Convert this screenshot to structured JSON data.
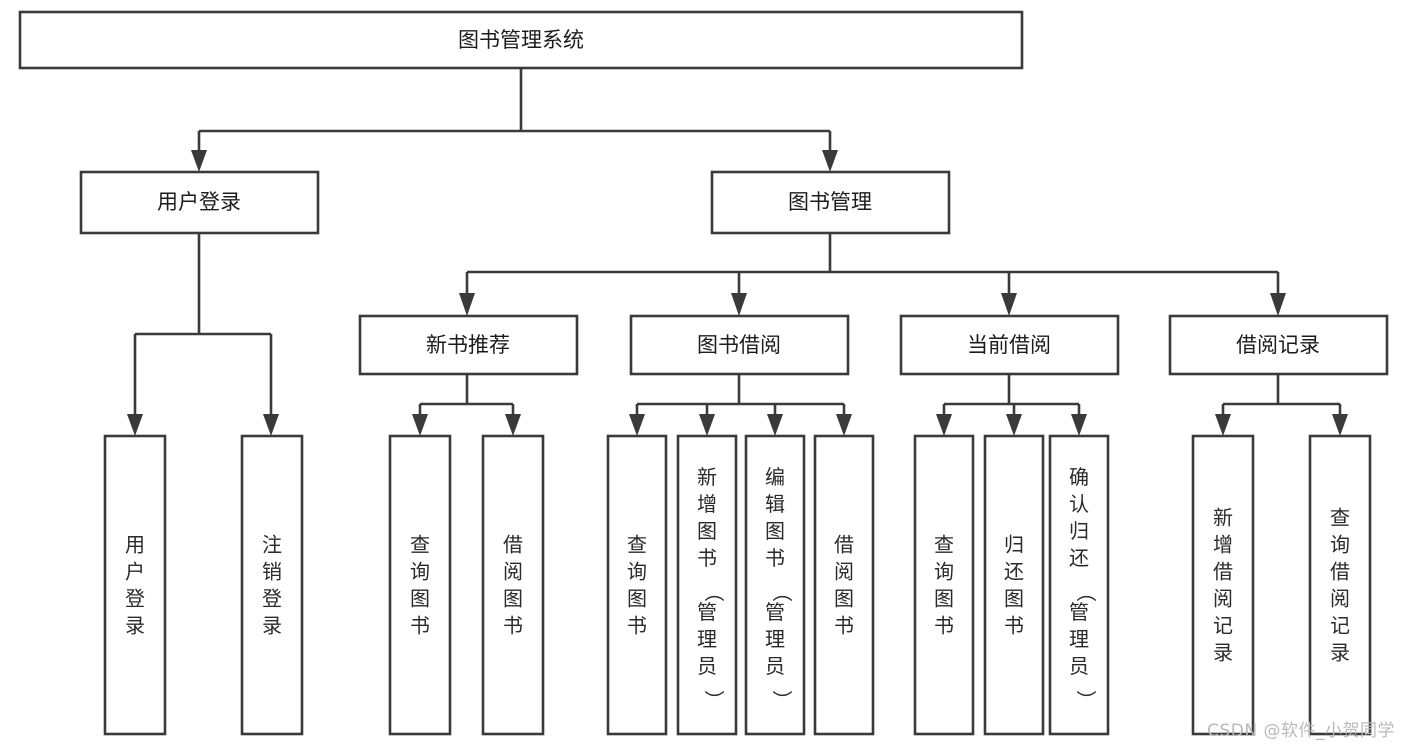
{
  "diagram": {
    "type": "tree-hierarchy",
    "title": "图书管理系统",
    "orientation": "top-down",
    "levels": 4,
    "root": {
      "id": "root",
      "label": "图书管理系统",
      "text_direction": "horizontal"
    },
    "level2": [
      {
        "id": "user-login",
        "label": "用户登录",
        "text_direction": "horizontal"
      },
      {
        "id": "book-management",
        "label": "图书管理",
        "text_direction": "horizontal"
      }
    ],
    "level3": [
      {
        "id": "new-book-recommend",
        "label": "新书推荐",
        "parent": "book-management",
        "text_direction": "horizontal"
      },
      {
        "id": "book-borrow",
        "label": "图书借阅",
        "parent": "book-management",
        "text_direction": "horizontal"
      },
      {
        "id": "current-borrow",
        "label": "当前借阅",
        "parent": "book-management",
        "text_direction": "horizontal"
      },
      {
        "id": "borrow-record",
        "label": "借阅记录",
        "parent": "book-management",
        "text_direction": "horizontal"
      }
    ],
    "leaves": [
      {
        "id": "leaf-user-login",
        "label": "用户登录",
        "parent": "user-login",
        "text_direction": "vertical"
      },
      {
        "id": "leaf-logout-login",
        "label": "注销登录",
        "parent": "user-login",
        "text_direction": "vertical"
      },
      {
        "id": "leaf-query-book-1",
        "label": "查询图书",
        "parent": "new-book-recommend",
        "text_direction": "vertical"
      },
      {
        "id": "leaf-borrow-book-1",
        "label": "借阅图书",
        "parent": "new-book-recommend",
        "text_direction": "vertical"
      },
      {
        "id": "leaf-query-book-2",
        "label": "查询图书",
        "parent": "book-borrow",
        "text_direction": "vertical"
      },
      {
        "id": "leaf-add-book-admin",
        "label": "新增图书（管理员）",
        "parent": "book-borrow",
        "text_direction": "vertical"
      },
      {
        "id": "leaf-edit-book-admin",
        "label": "编辑图书（管理员）",
        "parent": "book-borrow",
        "text_direction": "vertical"
      },
      {
        "id": "leaf-borrow-book-2",
        "label": "借阅图书",
        "parent": "book-borrow",
        "text_direction": "vertical"
      },
      {
        "id": "leaf-query-book-3",
        "label": "查询图书",
        "parent": "current-borrow",
        "text_direction": "vertical"
      },
      {
        "id": "leaf-return-book",
        "label": "归还图书",
        "parent": "current-borrow",
        "text_direction": "vertical"
      },
      {
        "id": "leaf-confirm-return-admin",
        "label": "确认归还（管理员）",
        "parent": "current-borrow",
        "text_direction": "vertical"
      },
      {
        "id": "leaf-add-borrow-record",
        "label": "新增借阅记录",
        "parent": "borrow-record",
        "text_direction": "vertical"
      },
      {
        "id": "leaf-query-borrow-record",
        "label": "查询借阅记录",
        "parent": "borrow-record",
        "text_direction": "vertical"
      }
    ]
  },
  "watermark": {
    "text": "CSDN @软件_小贺同学"
  },
  "colors": {
    "box_stroke": "#3a3a3a",
    "box_fill": "#ffffff",
    "connector": "#3a3a3a",
    "label_text": "#1c1c1c",
    "watermark": "#b9b9b9",
    "background": "#ffffff"
  }
}
